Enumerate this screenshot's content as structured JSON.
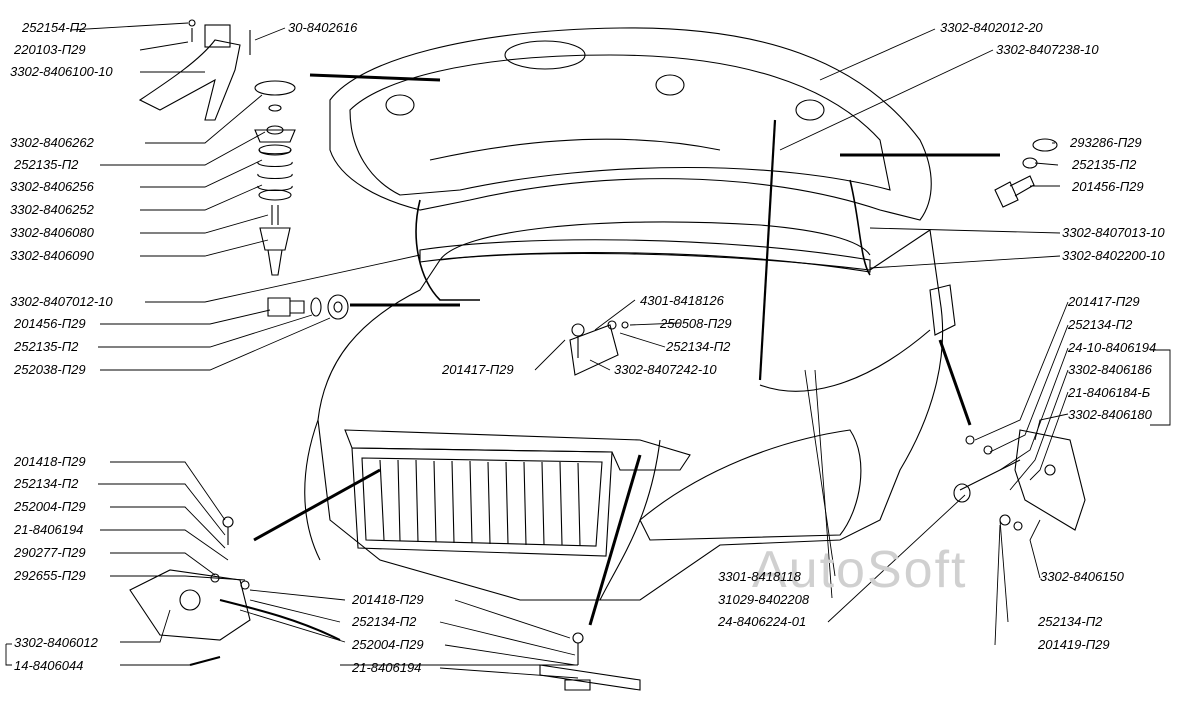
{
  "watermark": "AutoSoft",
  "labels": {
    "p252154": "252154-П2",
    "p220103": "220103-П29",
    "p3302_8406100": "3302-8406100-10",
    "p30_8402616": "30-8402616",
    "p3302_8406262": "3302-8406262",
    "p252135_left": "252135-П2",
    "p3302_8406256": "3302-8406256",
    "p3302_8406252": "3302-8406252",
    "p3302_8406080": "3302-8406080",
    "p3302_8406090": "3302-8406090",
    "p3302_8407012": "3302-8407012-10",
    "p201456_left": "201456-П29",
    "p252135_left2": "252135-П2",
    "p252038": "252038-П29",
    "p3302_8402012": "3302-8402012-20",
    "p3302_8407238": "3302-8407238-10",
    "p293286": "293286-П29",
    "p252135_right": "252135-П2",
    "p201456_right": "201456-П29",
    "p3302_8407013": "3302-8407013-10",
    "p3302_8402200": "3302-8402200-10",
    "p4301_8418126": "4301-8418126",
    "p250508": "250508-П29",
    "p252134_mid": "252134-П2",
    "p201417_mid": "201417-П29",
    "p3302_8407242": "3302-8407242-10",
    "p201417_right": "201417-П29",
    "p252134_right": "252134-П2",
    "p24_10_8406194": "24-10-8406194",
    "p3302_8406186": "3302-8406186",
    "p21_8406184": "21-8406184-Б",
    "p3302_8406180": "3302-8406180",
    "p201418_left": "201418-П29",
    "p252134_left": "252134-П2",
    "p252004_left": "252004-П29",
    "p21_8406194_left": "21-8406194",
    "p290277": "290277-П29",
    "p292655": "292655-П29",
    "p3302_8406012": "3302-8406012",
    "p14_8406044": "14-8406044",
    "p201418_bottom": "201418-П29",
    "p252134_bottom": "252134-П2",
    "p252004_bottom": "252004-П29",
    "p21_8406194_bottom": "21-8406194",
    "p3301_8418118": "3301-8418118",
    "p31029_8402208": "31029-8402208",
    "p24_8406224": "24-8406224-01",
    "p3302_8406150": "3302-8406150",
    "p252134_br": "252134-П2",
    "p201419": "201419-П29"
  }
}
